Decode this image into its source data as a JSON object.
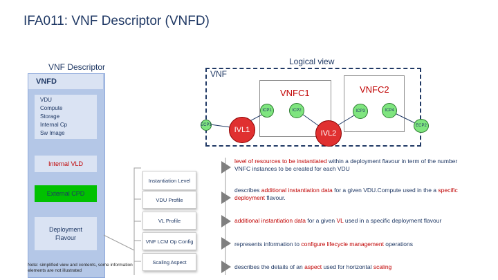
{
  "title": "IFA011: VNF Descriptor (VNFD)",
  "descriptor": {
    "caption": "VNF Descriptor",
    "header": "VNFD",
    "vdu_lines": [
      "VDU",
      "Compute",
      "Storage",
      "Internal Cp",
      "Sw Image"
    ],
    "internal_vld": "Internal VLD",
    "external_cpd": "External CPD",
    "flavour_line1": "Deployment",
    "flavour_line2": "Flavour",
    "note": "Note: simplified view and contents, some information elements are not illustrated"
  },
  "logical_view": {
    "label": "Logical view",
    "vnf": "VNF",
    "vnfc1": "VNFC1",
    "vnfc2": "VNFC2",
    "cps": [
      "ICP1",
      "ICP2",
      "ICP3",
      "ICP4"
    ],
    "ecp_left": "ECP1",
    "ecp_right": "ECP2",
    "ivl1": "IVL1",
    "ivl2": "IVL2"
  },
  "flavour_items": [
    "Instantiation Level",
    "VDU Profile",
    "VL Profile",
    "VNF LCM Op Config",
    "Scaling Aspect"
  ],
  "descriptions": {
    "instantiation_level": {
      "hl": "level of resources to be instantiated",
      "rest": " within a deployment flavour in term of the number VNFC instances to be created for each VDU"
    },
    "vdu_profile": {
      "p1": "describes ",
      "hl1": "additional instantiation data",
      "p2": " for a given VDU.Compute used in the a ",
      "hl2": "specific deployment",
      "p3": " flavour."
    },
    "vl_profile": {
      "hl1": "additional instantiation data",
      "p1": " for a given ",
      "hl2": "VL",
      "p2": " used in a specific deployment flavour"
    },
    "lcm_op_config": {
      "p1": "represents information to ",
      "hl": "configure lifecycle management",
      "p2": " operations"
    },
    "scaling_aspect": {
      "p1": "describes the details of an ",
      "hl1": "aspect",
      "p2": " used for horizontal ",
      "hl2": "scaling"
    }
  },
  "colors": {
    "title": "#1f3864",
    "panel": "#b4c7e7",
    "panel_light": "#dae3f3",
    "external_cpd": "#00c100",
    "highlight": "#c00000",
    "vl": "#e03030",
    "cp": "#7fe57f"
  }
}
